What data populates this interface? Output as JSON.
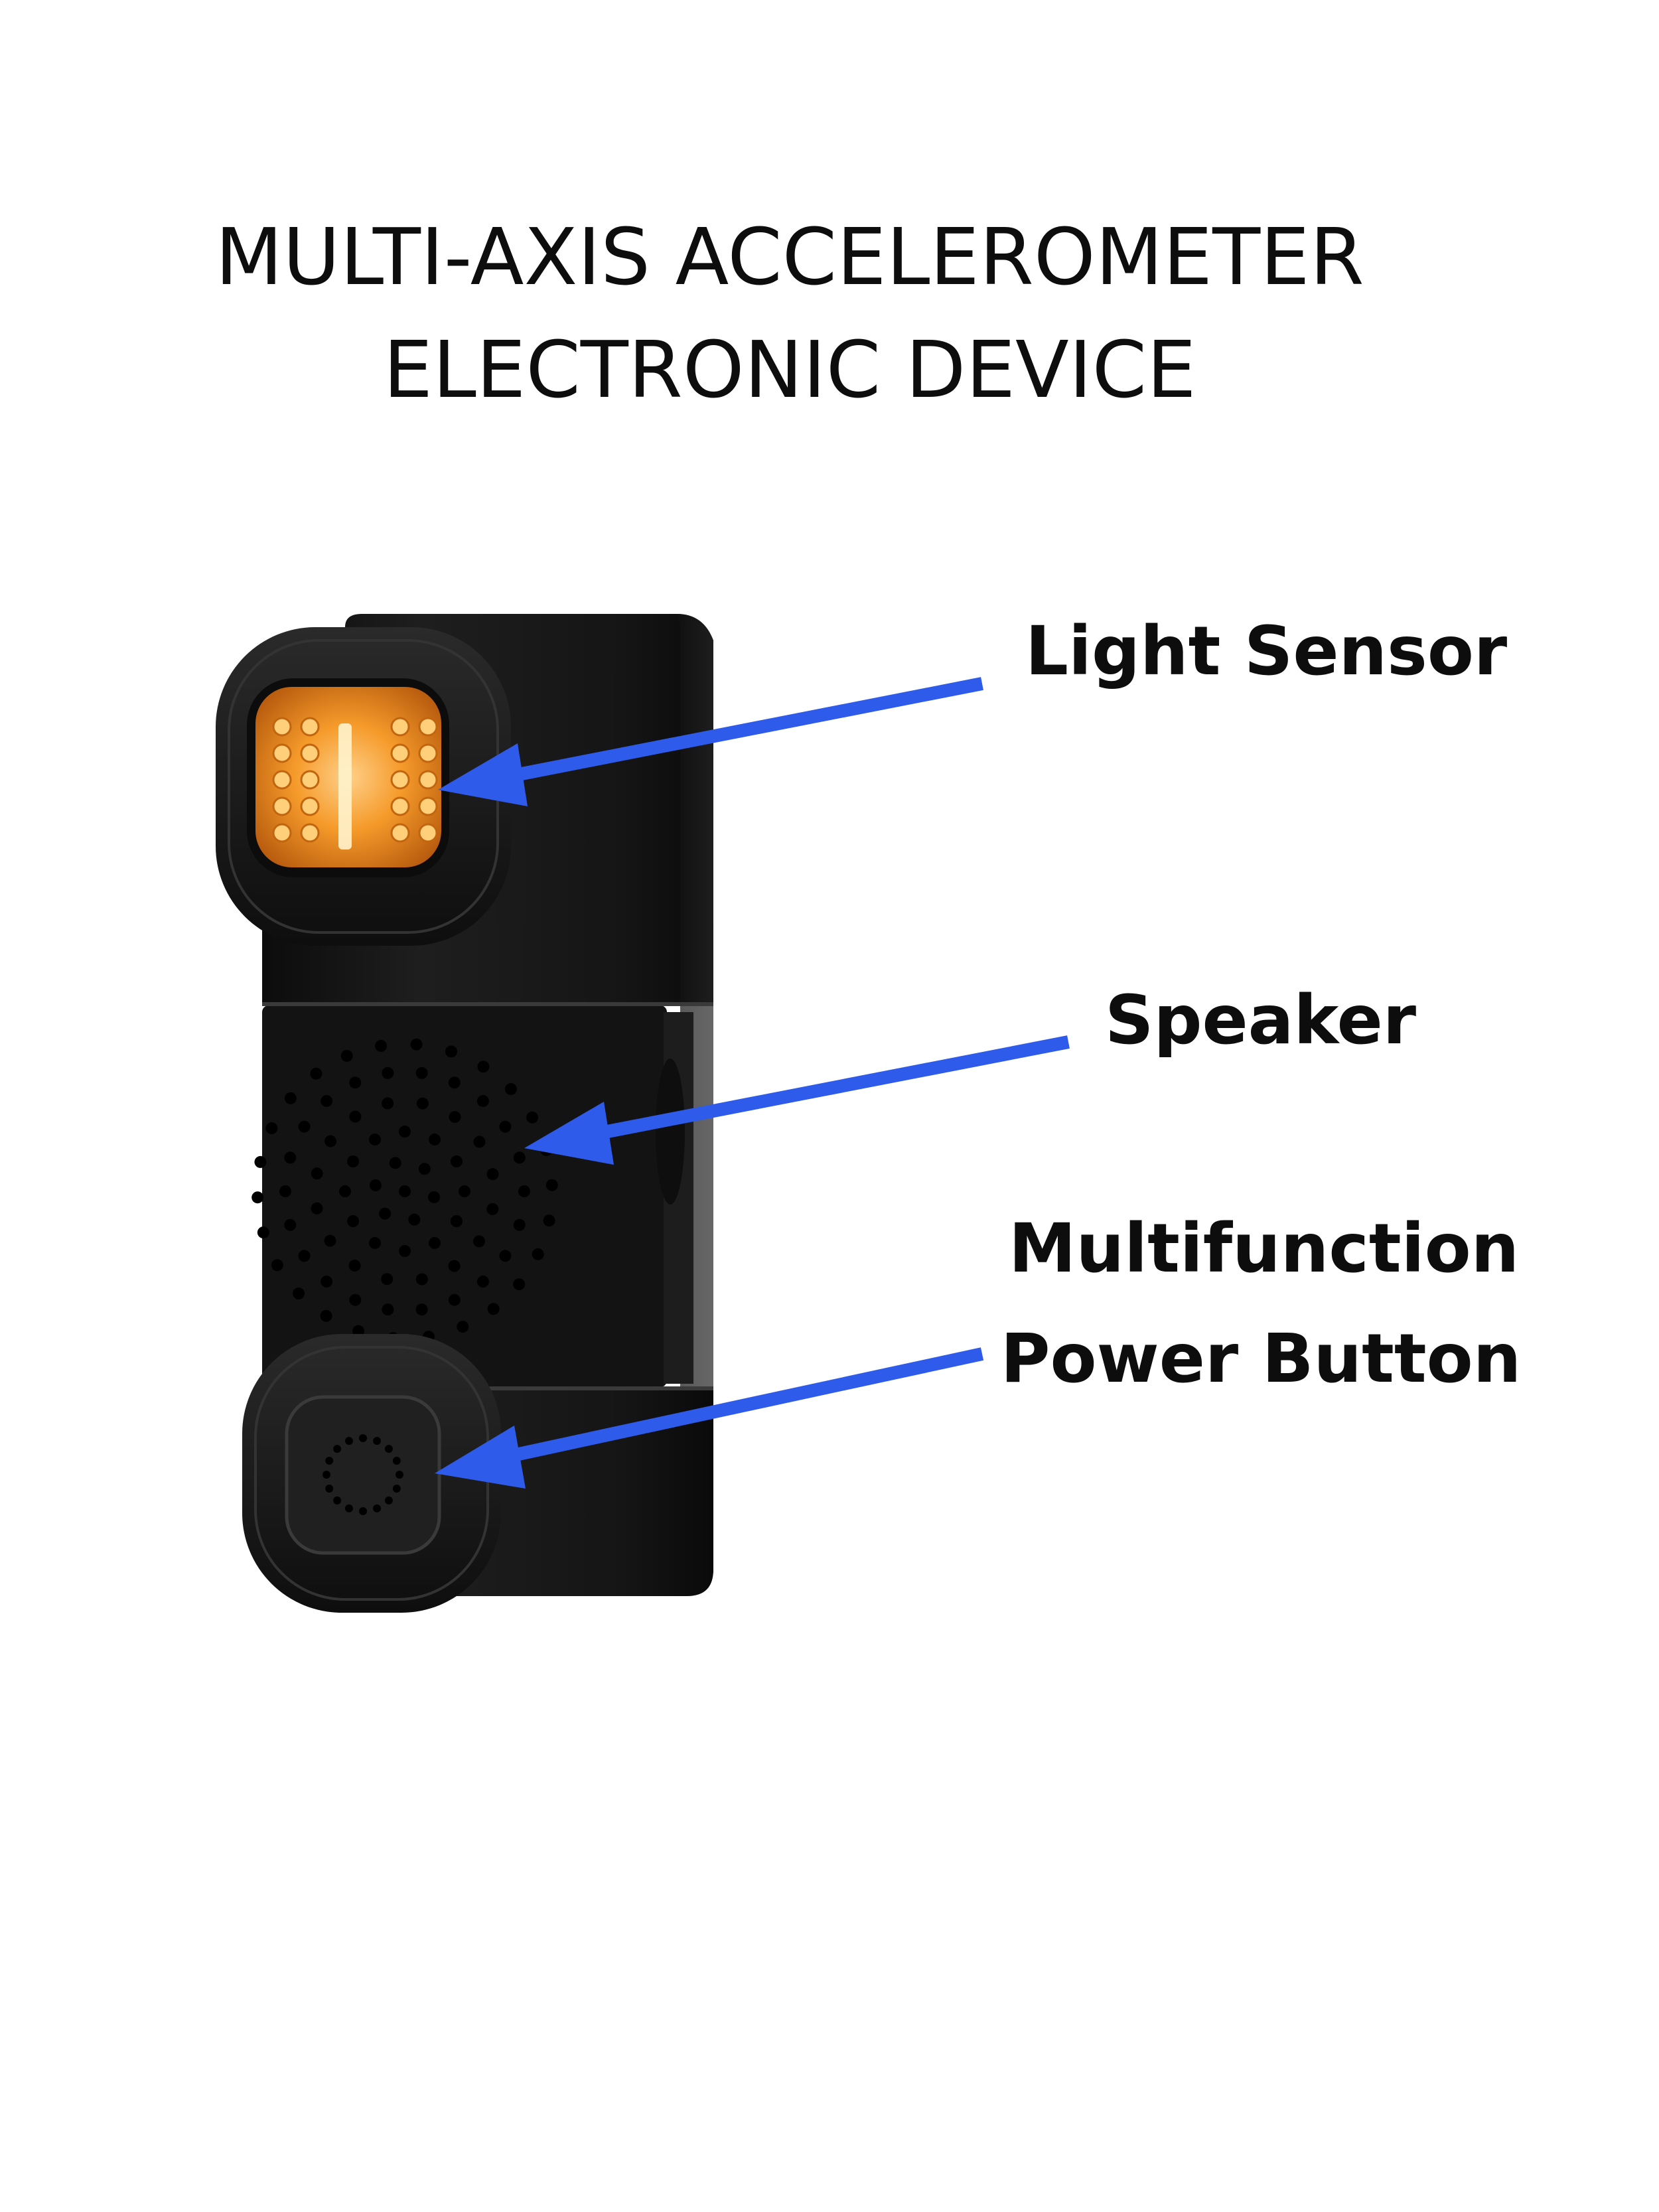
{
  "title": {
    "line1": "MULTI-AXIS ACCELEROMETER",
    "line2": "ELECTRONIC DEVICE"
  },
  "callouts": {
    "light_sensor": "Light Sensor",
    "speaker": "Speaker",
    "power_button_line1": "Multifunction",
    "power_button_line2": "Power Button"
  },
  "colors": {
    "arrow": "#2f5bea",
    "device_body": "#161616",
    "light_sensor_glow": "#f08a1c",
    "background": "#ffffff"
  }
}
